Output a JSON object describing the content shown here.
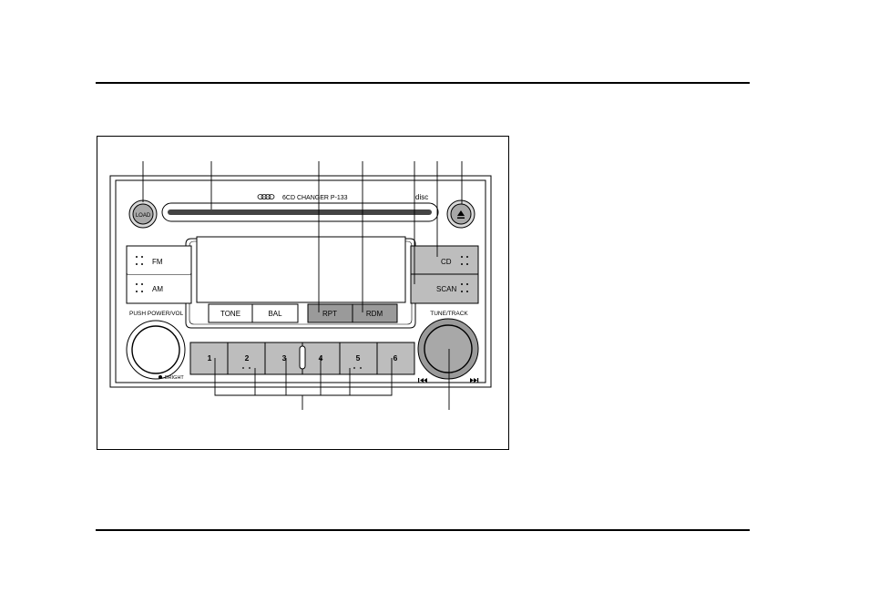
{
  "radio": {
    "model_label": "6CD CHANGER P-133",
    "disc_label": "disc",
    "load_button": "LOAD",
    "fm_button": "FM",
    "am_button": "AM",
    "cd_button": "CD",
    "scan_button": "SCAN",
    "tone_button": "TONE",
    "bal_button": "BAL",
    "rpt_button": "RPT",
    "rdm_button": "RDM",
    "power_knob_label": "PUSH POWER/VOL",
    "bright_label": "BRIGHT",
    "tune_knob_label": "TUNE/TRACK",
    "presets": [
      "1",
      "2",
      "3",
      "4",
      "5",
      "6"
    ]
  },
  "colors": {
    "panel_gray": "#bdbdbd",
    "button_dark": "#9a9a9a",
    "line": "#000000"
  }
}
